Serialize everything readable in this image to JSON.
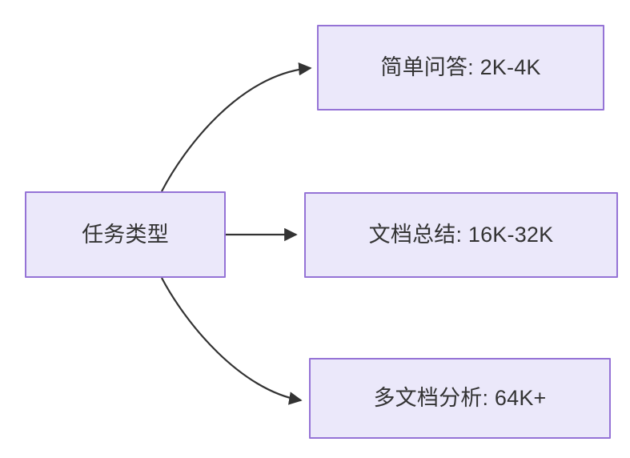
{
  "diagram": {
    "type": "flowchart",
    "direction": "left-to-right",
    "background_color": "#ffffff",
    "node_fill_color": "#ebe8fa",
    "node_border_color": "#9573d6",
    "text_color": "#333333",
    "edge_color": "#333333",
    "root": {
      "id": "root",
      "label": "任务类型"
    },
    "leaves": [
      {
        "id": "leaf-0",
        "label": "简单问答: 2K-4K"
      },
      {
        "id": "leaf-1",
        "label": "文档总结: 16K-32K"
      },
      {
        "id": "leaf-2",
        "label": "多文档分析: 64K+"
      }
    ],
    "edges": [
      {
        "from": "root",
        "to": "leaf-0",
        "label": "",
        "style": "curved-up-arrow"
      },
      {
        "from": "root",
        "to": "leaf-1",
        "label": "",
        "style": "straight-arrow"
      },
      {
        "from": "root",
        "to": "leaf-2",
        "label": "",
        "style": "curved-down-arrow"
      }
    ]
  }
}
